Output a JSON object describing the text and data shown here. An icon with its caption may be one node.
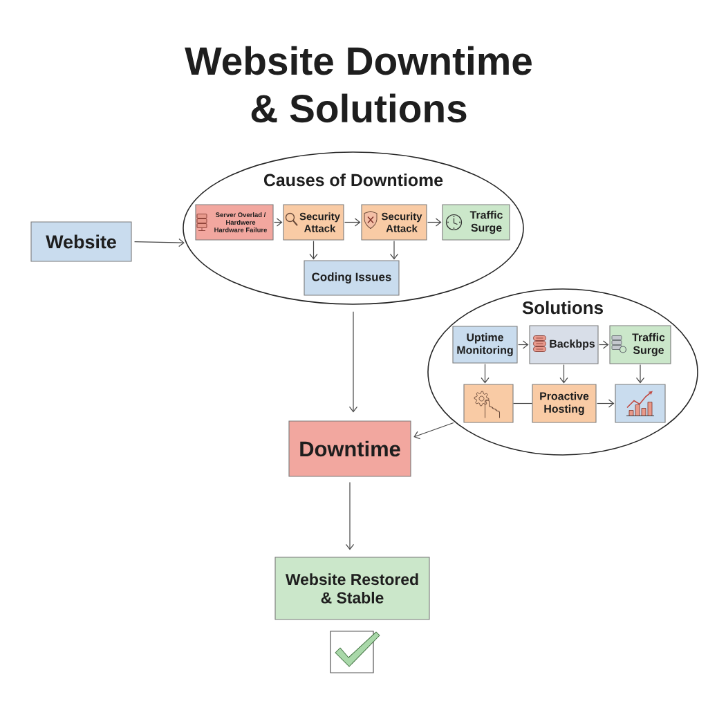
{
  "diagram": {
    "title": "Website Downtime & Solutions",
    "nodes": [
      {
        "text": [
          "Website"
        ]
      },
      {
        "text": [
          "Causes of Downtiome"
        ]
      },
      {
        "text": [
          "Server Overlad / Hardwere Hardware Failure"
        ],
        "in": 1
      },
      {
        "text": [
          "Security Attack"
        ],
        "in": 1
      },
      {
        "text": [
          "Security Attack"
        ],
        "in": 1
      },
      {
        "text": [
          "Traffic Surge"
        ],
        "in": 1
      },
      {
        "text": [
          "Coding Issues"
        ],
        "in": 1
      },
      {
        "text": [
          "Solutions"
        ]
      },
      {
        "text": [
          "Uptime Monitoring"
        ],
        "in": 7
      },
      {
        "text": [
          "Backbps"
        ],
        "in": 7
      },
      {
        "text": [
          "Traffic Surge"
        ],
        "in": 7
      },
      {
        "text": [],
        "shape": "picture",
        "in": 7
      },
      {
        "text": [
          "Proactive Hosting"
        ],
        "in": 7
      },
      {
        "text": [],
        "shape": "picture",
        "in": 7
      },
      {
        "text": [
          "Downtime"
        ]
      },
      {
        "text": [
          "Website Restored & Stable"
        ]
      }
    ],
    "edges": [
      {
        "from": 0,
        "to": 1,
        "arrow": "to"
      },
      {
        "from": 2,
        "to": 3,
        "arrow": "to"
      },
      {
        "from": 3,
        "to": 4,
        "arrow": "to"
      },
      {
        "from": 4,
        "to": 5,
        "arrow": "to"
      },
      {
        "from": 3,
        "to": 6,
        "arrow": "to"
      },
      {
        "from": 4,
        "to": 6,
        "arrow": "to"
      },
      {
        "from": 1,
        "to": 14,
        "arrow": "to"
      },
      {
        "from": 8,
        "to": 9,
        "arrow": "to"
      },
      {
        "from": 9,
        "to": 10,
        "arrow": "to"
      },
      {
        "from": 8,
        "to": 11,
        "arrow": "to"
      },
      {
        "from": 9,
        "to": 12,
        "arrow": "to"
      },
      {
        "from": 10,
        "to": 13,
        "arrow": "to"
      },
      {
        "from": 11,
        "to": 12,
        "arrow": "none"
      },
      {
        "from": 12,
        "to": 13,
        "arrow": "to"
      },
      {
        "from": 7,
        "to": 14,
        "arrow": "to"
      },
      {
        "from": 14,
        "to": 15,
        "arrow": "to"
      }
    ]
  }
}
